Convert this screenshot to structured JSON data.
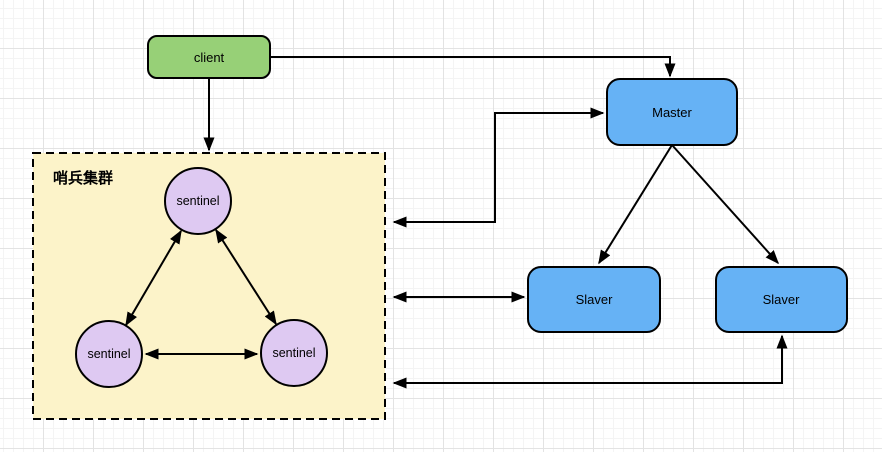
{
  "canvas": {
    "background": "#ffffff",
    "grid_minor_color": "#f4f4f4",
    "grid_major_color": "#e3e3e3",
    "stroke_color": "#000000"
  },
  "nodes": {
    "client": {
      "label": "client",
      "fill": "#97D077"
    },
    "master": {
      "label": "Master",
      "fill": "#66B2F5"
    },
    "slaver1": {
      "label": "Slaver",
      "fill": "#66B2F5"
    },
    "slaver2": {
      "label": "Slaver",
      "fill": "#66B2F5"
    },
    "cluster": {
      "label": "哨兵集群",
      "fill": "#FCF3C9"
    },
    "sentinel1": {
      "label": "sentinel",
      "fill": "#DEC9F2"
    },
    "sentinel2": {
      "label": "sentinel",
      "fill": "#DEC9F2"
    },
    "sentinel3": {
      "label": "sentinel",
      "fill": "#DEC9F2"
    }
  },
  "edges": [
    {
      "from": "client",
      "to": "master",
      "type": "directed"
    },
    {
      "from": "client",
      "to": "sentinel-cluster",
      "type": "directed"
    },
    {
      "from": "sentinel-cluster",
      "to": "master",
      "type": "bidirectional"
    },
    {
      "from": "sentinel-cluster",
      "to": "slaver1",
      "type": "bidirectional"
    },
    {
      "from": "sentinel-cluster",
      "to": "slaver2",
      "type": "bidirectional"
    },
    {
      "from": "master",
      "to": "slaver1",
      "type": "directed"
    },
    {
      "from": "master",
      "to": "slaver2",
      "type": "directed"
    },
    {
      "from": "sentinel1",
      "to": "sentinel2",
      "type": "bidirectional"
    },
    {
      "from": "sentinel1",
      "to": "sentinel3",
      "type": "bidirectional"
    },
    {
      "from": "sentinel2",
      "to": "sentinel3",
      "type": "bidirectional"
    }
  ]
}
